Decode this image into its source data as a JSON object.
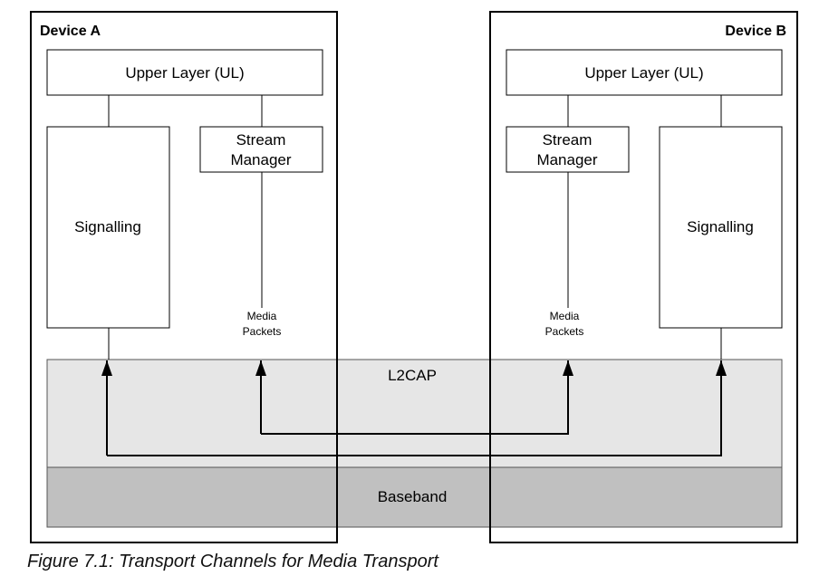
{
  "device_a": {
    "title": "Device A",
    "upper_layer": "Upper Layer (UL)",
    "stream_manager": [
      "Stream",
      "Manager"
    ],
    "signalling": "Signalling",
    "media_packets": [
      "Media",
      "Packets"
    ]
  },
  "device_b": {
    "title": "Device B",
    "upper_layer": "Upper Layer (UL)",
    "stream_manager": [
      "Stream",
      "Manager"
    ],
    "signalling": "Signalling",
    "media_packets": [
      "Media",
      "Packets"
    ]
  },
  "l2cap": "L2CAP",
  "baseband": "Baseband",
  "caption": "Figure 7.1: Transport Channels for Media Transport",
  "colors": {
    "l2cap_fill": "#e6e6e6",
    "baseband_fill": "#c0c0c0",
    "stroke": "#000000"
  }
}
